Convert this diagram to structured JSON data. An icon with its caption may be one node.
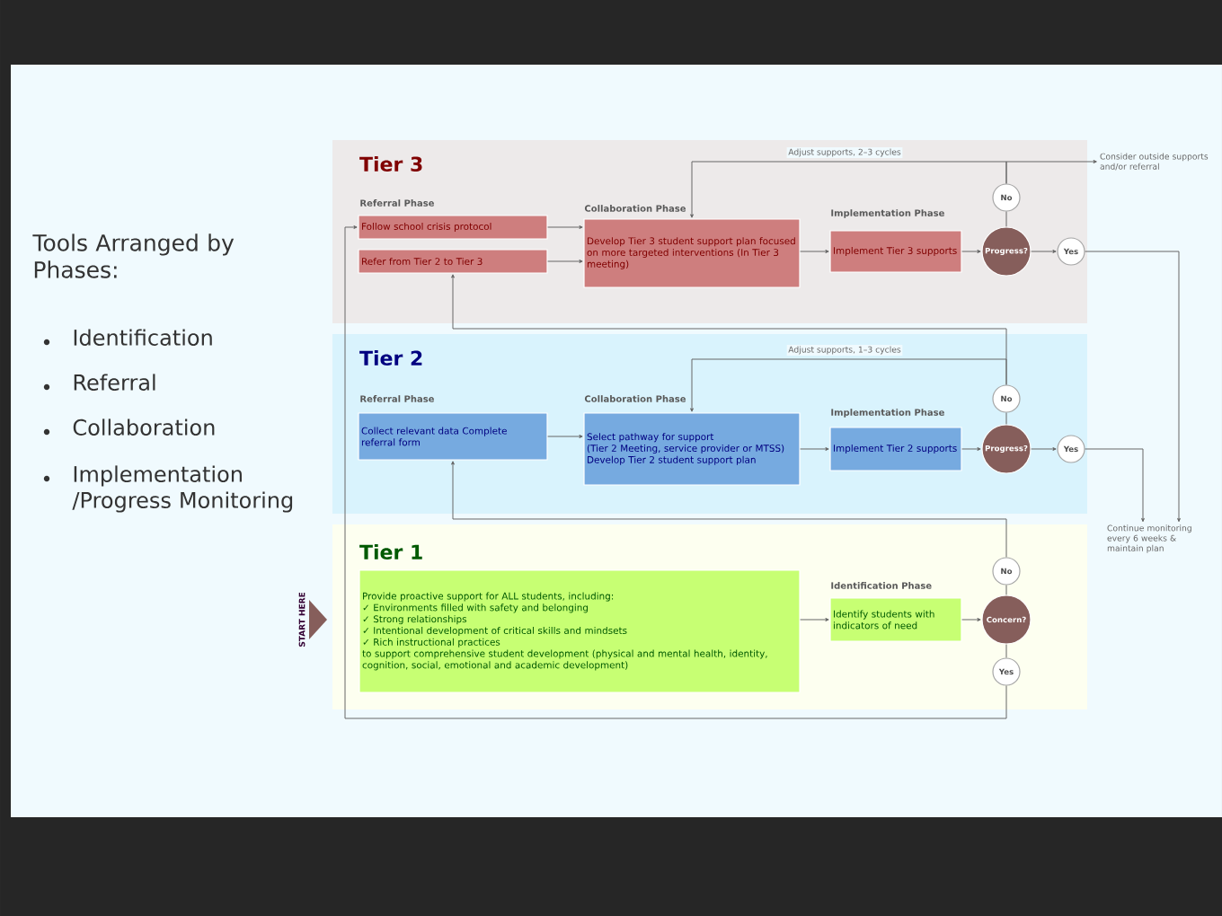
{
  "diagram": {
    "title": "Tools Arranged by Phases:",
    "nodes": [
      {
        "text": [
          "Tier 3"
        ]
      },
      {
        "text": [
          "Follow school crisis protocol"
        ],
        "in": 0
      },
      {
        "text": [
          "Refer from Tier 2 to Tier 3"
        ],
        "in": 0
      },
      {
        "text": [
          "Develop Tier 3 student support plan focused on more targeted interventions (In Tier 3 meeting)"
        ],
        "in": 0
      },
      {
        "text": [
          "Implement Tier 3 supports"
        ],
        "in": 0
      },
      {
        "text": [
          "Progress?"
        ],
        "in": 0
      },
      {
        "text": [
          "No"
        ],
        "in": 0
      },
      {
        "text": [
          "Yes"
        ],
        "in": 0
      },
      {
        "text": [
          "Consider outside supports and/or referral"
        ]
      },
      {
        "text": [
          "Tier 2"
        ]
      },
      {
        "text": [
          "Collect relevant data Complete referral form"
        ],
        "in": 9
      },
      {
        "text": [
          "Select pathway for support",
          "(Tier 2 Meeting, service provider or MTSS)",
          "Develop Tier 2 student support plan"
        ],
        "in": 9
      },
      {
        "text": [
          "Implement Tier 2 supports"
        ],
        "in": 9
      },
      {
        "text": [
          "Progress?"
        ],
        "in": 9
      },
      {
        "text": [
          "No"
        ],
        "in": 9
      },
      {
        "text": [
          "Yes"
        ],
        "in": 9
      },
      {
        "text": [
          "Continue monitoring every 6 weeks & maintain plan"
        ]
      },
      {
        "text": [
          "Tier 1"
        ]
      },
      {
        "text": [
          "Provide proactive support for ALL students, including:",
          "✓ Environments filled with safety and belonging",
          "✓ Strong relationships",
          "✓ Intentional development of critical skills and mindsets",
          "✓ Rich instructional practices",
          "to support comprehensive student development (physical and mental health, identity, cognition, social, emotional and academic development)"
        ],
        "in": 17
      },
      {
        "text": [
          "Identify students with indicators of need"
        ],
        "in": 17
      },
      {
        "text": [
          "Concern?"
        ],
        "in": 17
      },
      {
        "text": [
          "No"
        ],
        "in": 17
      },
      {
        "text": [
          "Yes"
        ],
        "in": 17
      }
    ],
    "edges": [
      {
        "from": 1,
        "to": 3,
        "arrow": "to"
      },
      {
        "from": 2,
        "to": 3,
        "arrow": "to"
      },
      {
        "from": 3,
        "to": 4,
        "arrow": "to"
      },
      {
        "from": 4,
        "to": 5,
        "arrow": "to"
      },
      {
        "from": 5,
        "to": 6,
        "arrow": "none"
      },
      {
        "from": 6,
        "to": 3,
        "arrow": "to",
        "label": "Adjust supports, 2–3 cycles"
      },
      {
        "from": 6,
        "to": 8,
        "arrow": "to"
      },
      {
        "from": 5,
        "to": 7,
        "arrow": "to"
      },
      {
        "from": 7,
        "to": 16,
        "arrow": "to"
      },
      {
        "from": 10,
        "to": 11,
        "arrow": "to"
      },
      {
        "from": 11,
        "to": 12,
        "arrow": "to"
      },
      {
        "from": 12,
        "to": 13,
        "arrow": "to"
      },
      {
        "from": 13,
        "to": 14,
        "arrow": "none"
      },
      {
        "from": 14,
        "to": 11,
        "arrow": "to",
        "label": "Adjust supports, 1–3 cycles"
      },
      {
        "from": 14,
        "to": 2,
        "arrow": "to"
      },
      {
        "from": 13,
        "to": 15,
        "arrow": "to"
      },
      {
        "from": 15,
        "to": 16,
        "arrow": "to"
      },
      {
        "from": 18,
        "to": 19,
        "arrow": "to"
      },
      {
        "from": 19,
        "to": 20,
        "arrow": "to"
      },
      {
        "from": 20,
        "to": 21,
        "arrow": "none"
      },
      {
        "from": 21,
        "to": 10,
        "arrow": "to"
      },
      {
        "from": 20,
        "to": 22,
        "arrow": "none"
      },
      {
        "from": 22,
        "to": 1,
        "arrow": "to"
      }
    ],
    "labels": [
      "Identification",
      "Referral",
      "Collaboration",
      "Implementation /Progress Monitoring",
      "Referral Phase",
      "Collaboration Phase",
      "Implementation Phase",
      "Referral Phase",
      "Collaboration Phase",
      "Implementation Phase",
      "START HERE",
      "Identification Phase"
    ]
  }
}
